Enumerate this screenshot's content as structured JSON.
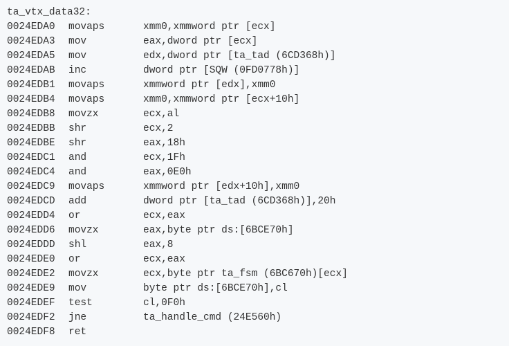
{
  "code": {
    "label": "ta_vtx_data32:",
    "lines": [
      {
        "address": "0024EDA0",
        "mnemonic": "movaps",
        "operands": "xmm0,xmmword ptr [ecx]"
      },
      {
        "address": "0024EDA3",
        "mnemonic": "mov",
        "operands": "eax,dword ptr [ecx]"
      },
      {
        "address": "0024EDA5",
        "mnemonic": "mov",
        "operands": "edx,dword ptr [ta_tad (6CD368h)]"
      },
      {
        "address": "0024EDAB",
        "mnemonic": "inc",
        "operands": "dword ptr [SQW (0FD0778h)]"
      },
      {
        "address": "0024EDB1",
        "mnemonic": "movaps",
        "operands": "xmmword ptr [edx],xmm0"
      },
      {
        "address": "0024EDB4",
        "mnemonic": "movaps",
        "operands": "xmm0,xmmword ptr [ecx+10h]"
      },
      {
        "address": "0024EDB8",
        "mnemonic": "movzx",
        "operands": "ecx,al"
      },
      {
        "address": "0024EDBB",
        "mnemonic": "shr",
        "operands": "ecx,2"
      },
      {
        "address": "0024EDBE",
        "mnemonic": "shr",
        "operands": "eax,18h"
      },
      {
        "address": "0024EDC1",
        "mnemonic": "and",
        "operands": "ecx,1Fh"
      },
      {
        "address": "0024EDC4",
        "mnemonic": "and",
        "operands": "eax,0E0h"
      },
      {
        "address": "0024EDC9",
        "mnemonic": "movaps",
        "operands": "xmmword ptr [edx+10h],xmm0"
      },
      {
        "address": "0024EDCD",
        "mnemonic": "add",
        "operands": "dword ptr [ta_tad (6CD368h)],20h"
      },
      {
        "address": "0024EDD4",
        "mnemonic": "or",
        "operands": "ecx,eax"
      },
      {
        "address": "0024EDD6",
        "mnemonic": "movzx",
        "operands": "eax,byte ptr ds:[6BCE70h]"
      },
      {
        "address": "0024EDDD",
        "mnemonic": "shl",
        "operands": "eax,8"
      },
      {
        "address": "0024EDE0",
        "mnemonic": "or",
        "operands": "ecx,eax"
      },
      {
        "address": "0024EDE2",
        "mnemonic": "movzx",
        "operands": "ecx,byte ptr ta_fsm (6BC670h)[ecx]"
      },
      {
        "address": "0024EDE9",
        "mnemonic": "mov",
        "operands": "byte ptr ds:[6BCE70h],cl"
      },
      {
        "address": "0024EDEF",
        "mnemonic": "test",
        "operands": "cl,0F0h"
      },
      {
        "address": "0024EDF2",
        "mnemonic": "jne",
        "operands": "ta_handle_cmd (24E560h)"
      },
      {
        "address": "0024EDF8",
        "mnemonic": "ret",
        "operands": ""
      }
    ]
  }
}
